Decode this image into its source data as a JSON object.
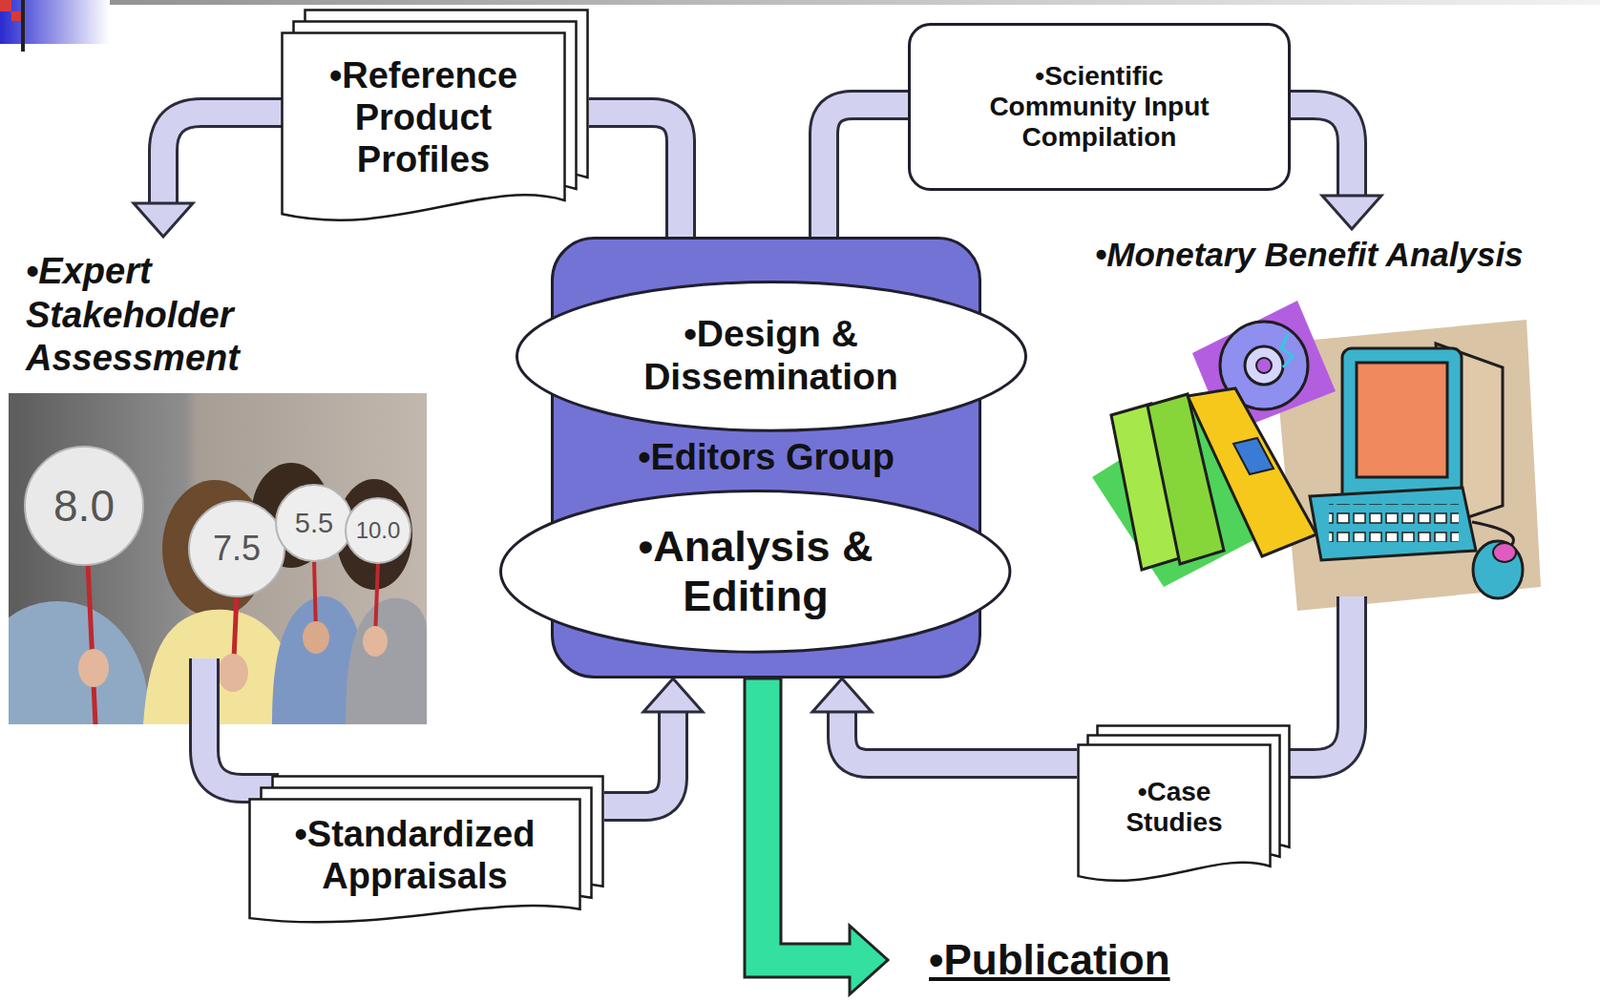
{
  "diagram": {
    "nodes": [
      {
        "text": [
          "•Reference Product Profiles"
        ]
      },
      {
        "text": [
          "•Scientific Community Input Compilation"
        ]
      },
      {
        "text": [
          "•Editors Group"
        ]
      },
      {
        "text": [
          "•Design & Dissemination"
        ],
        "in": 2
      },
      {
        "text": [
          "•Analysis & Editing"
        ],
        "in": 2
      },
      {
        "text": [
          "•Standardized Appraisals"
        ]
      },
      {
        "text": [
          "•Case Studies"
        ]
      }
    ],
    "edges": [
      {
        "from": 2,
        "to": 0,
        "arrow": "none"
      },
      {
        "from": 2,
        "to": 1,
        "arrow": "none"
      },
      {
        "from": 5,
        "to": 2,
        "arrow": "to"
      },
      {
        "from": 6,
        "to": 2,
        "arrow": "to"
      }
    ],
    "labels": [
      "•Expert Stakeholder Assessment",
      "•Monetary Benefit Analysis",
      "8.0",
      "7.5",
      "5.5",
      "10.0",
      "•Publication"
    ]
  }
}
